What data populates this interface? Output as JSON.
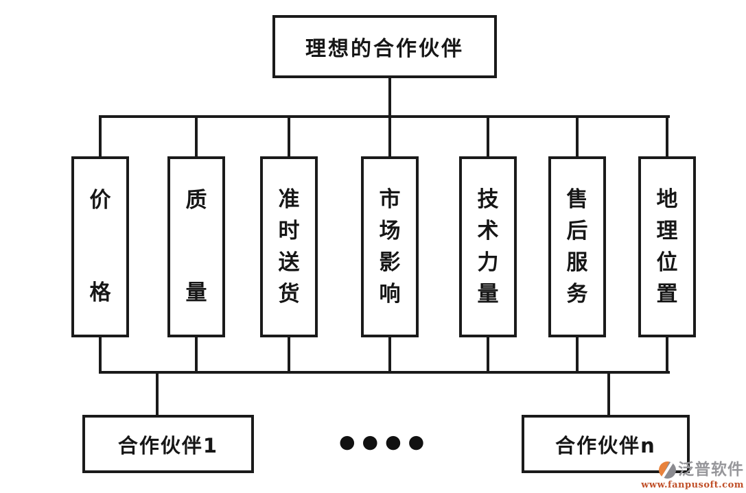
{
  "diagram": {
    "root": {
      "label": "理想的合作伙伴"
    },
    "criteria": [
      {
        "label": "价格"
      },
      {
        "label": "质量"
      },
      {
        "label": "准时送货"
      },
      {
        "label": "市场影响"
      },
      {
        "label": "技术力量"
      },
      {
        "label": "售后服务"
      },
      {
        "label": "地理位置"
      }
    ],
    "partners": {
      "first": {
        "label": "合作伙伴1"
      },
      "ellipsis": "●●●●",
      "last": {
        "label": "合作伙伴n"
      }
    }
  },
  "watermark": {
    "brand": "泛普软件",
    "url": "www.fanpusoft.com"
  },
  "colors": {
    "line": "#1a1a1a",
    "background": "#ffffff",
    "watermark_brand": "#97979b",
    "watermark_url": "#c04f28",
    "logo_orange": "#e8823c",
    "logo_gray": "#8b8b90"
  }
}
